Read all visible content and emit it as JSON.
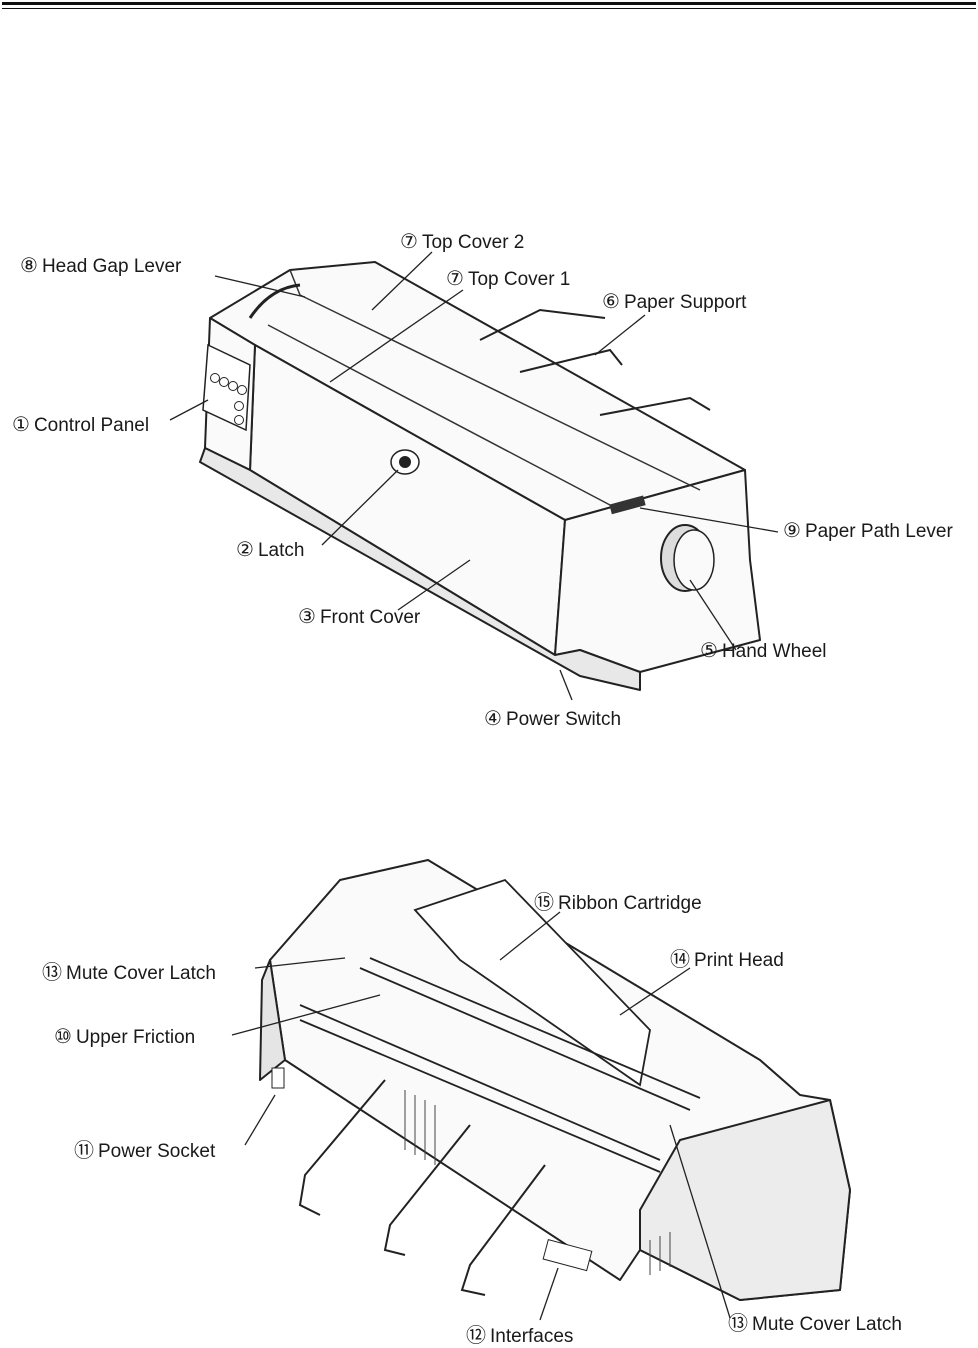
{
  "figure1": {
    "labels": {
      "head_gap_lever": {
        "num": "⑧",
        "text": "Head Gap Lever"
      },
      "top_cover_2": {
        "num": "⑦",
        "text": "Top Cover 2"
      },
      "top_cover_1": {
        "num": "⑦",
        "text": "Top Cover 1"
      },
      "paper_support": {
        "num": "⑥",
        "text": "Paper Support"
      },
      "control_panel": {
        "num": "①",
        "text": "Control Panel"
      },
      "latch": {
        "num": "②",
        "text": "Latch"
      },
      "front_cover": {
        "num": "③",
        "text": "Front Cover"
      },
      "paper_path_lever": {
        "num": "⑨",
        "text": "Paper Path Lever"
      },
      "hand_wheel": {
        "num": "⑤",
        "text": "Hand Wheel"
      },
      "power_switch": {
        "num": "④",
        "text": "Power Switch"
      }
    }
  },
  "figure2": {
    "labels": {
      "ribbon_cartridge": {
        "num": "⑮",
        "text": "Ribbon Cartridge"
      },
      "mute_cover_latch_left": {
        "num": "⑬",
        "text": "Mute Cover Latch"
      },
      "print_head": {
        "num": "⑭",
        "text": "Print Head"
      },
      "upper_friction": {
        "num": "⑩",
        "text": "Upper Friction"
      },
      "power_socket": {
        "num": "⑪",
        "text": "Power Socket"
      },
      "interfaces": {
        "num": "⑫",
        "text": "Interfaces"
      },
      "mute_cover_latch_right": {
        "num": "⑬",
        "text": "Mute Cover Latch"
      }
    }
  }
}
